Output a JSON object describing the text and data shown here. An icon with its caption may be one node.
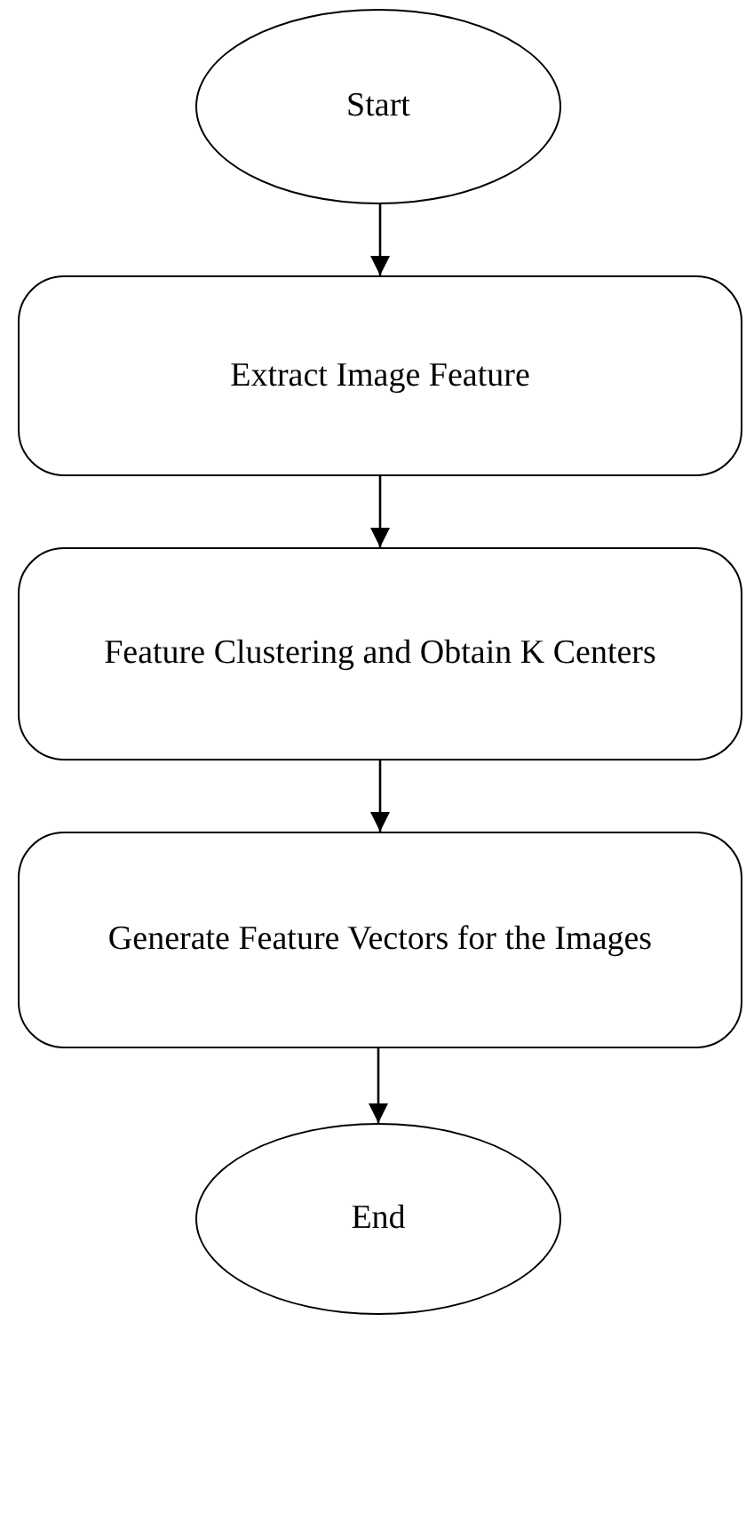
{
  "diagram": {
    "nodes": [
      {
        "text": [
          "Start"
        ]
      },
      {
        "text": [
          "Extract Image Feature"
        ]
      },
      {
        "text": [
          "Feature Clustering and Obtain K Centers"
        ]
      },
      {
        "text": [
          "Generate Feature Vectors for the Images"
        ]
      },
      {
        "text": [
          "End"
        ]
      }
    ],
    "edges": [
      {
        "from": 0,
        "to": 1,
        "arrow": "to"
      },
      {
        "from": 1,
        "to": 2,
        "arrow": "to"
      },
      {
        "from": 2,
        "to": 3,
        "arrow": "to"
      },
      {
        "from": 3,
        "to": 4,
        "arrow": "to"
      }
    ]
  }
}
